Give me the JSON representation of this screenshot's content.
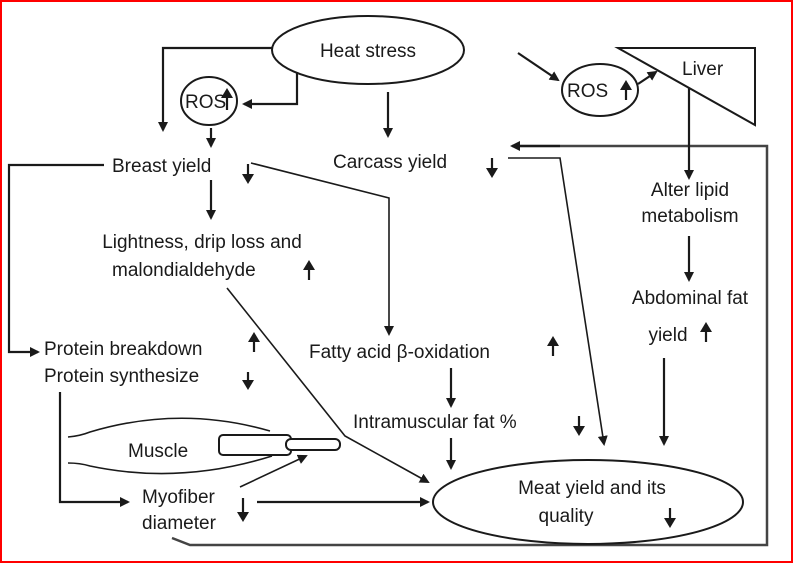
{
  "diagram": {
    "nodes": {
      "heat_stress": "Heat stress",
      "ros_left": "ROS",
      "ros_right": "ROS",
      "liver": "Liver",
      "breast_yield": "Breast yield",
      "carcass_yield": "Carcass yield",
      "alter_lipid_1": "Alter lipid",
      "alter_lipid_2": "metabolism",
      "lightness_1": "Lightness, drip loss and",
      "lightness_2": "malondialdehyde",
      "abdominal_fat_1": "Abdominal fat",
      "abdominal_fat_2": "yield",
      "protein_breakdown": "Protein breakdown",
      "protein_synthesize": "Protein synthesize",
      "fatty_acid": "Fatty acid β-oxidation",
      "intramuscular_fat": "Intramuscular fat %",
      "muscle": "Muscle",
      "myofiber_1": "Myofiber",
      "myofiber_2": "diameter",
      "meat_yield_1": "Meat yield and its",
      "meat_yield_2": "quality"
    },
    "trends": {
      "ros_left": "up",
      "ros_right": "up",
      "breast_yield": "down",
      "carcass_yield": "down",
      "lightness": "up",
      "abdominal_fat": "up",
      "protein_breakdown": "up",
      "protein_synthesize": "down",
      "fatty_acid": "up",
      "intramuscular_fat": "down",
      "myofiber": "down",
      "meat_yield": "down"
    },
    "colors": {
      "border": "#ff0000",
      "ink": "#1a1a1a"
    }
  }
}
